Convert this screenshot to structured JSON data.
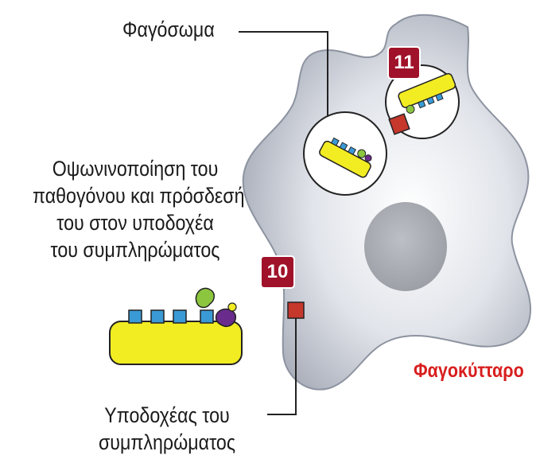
{
  "labels": {
    "phagosome": "Φαγόσωμα",
    "opsonization_line1": "Οψωνινοποίηση του",
    "opsonization_line2": "παθογόνου και πρόσδεσή",
    "opsonization_line3": "του στον υποδοχέα",
    "opsonization_line4": "του συμπληρώματος",
    "receptor_line1": "Υποδοχέας του",
    "receptor_line2": "συμπληρώματος",
    "phagocyte": "Φαγοκύτταρο"
  },
  "steps": {
    "step_10": "10",
    "step_11": "11"
  },
  "colors": {
    "cell_fill": "#c9cdd6",
    "nucleus": "#a9acb3",
    "pathogen": "#f2ec22",
    "antigen": "#3a9ad6",
    "complement": "#8cc63f",
    "complement_alt": "#6a2c8c",
    "receptor": "#c6372c",
    "badge": "#a0122a",
    "title_red": "#d81e1e"
  }
}
